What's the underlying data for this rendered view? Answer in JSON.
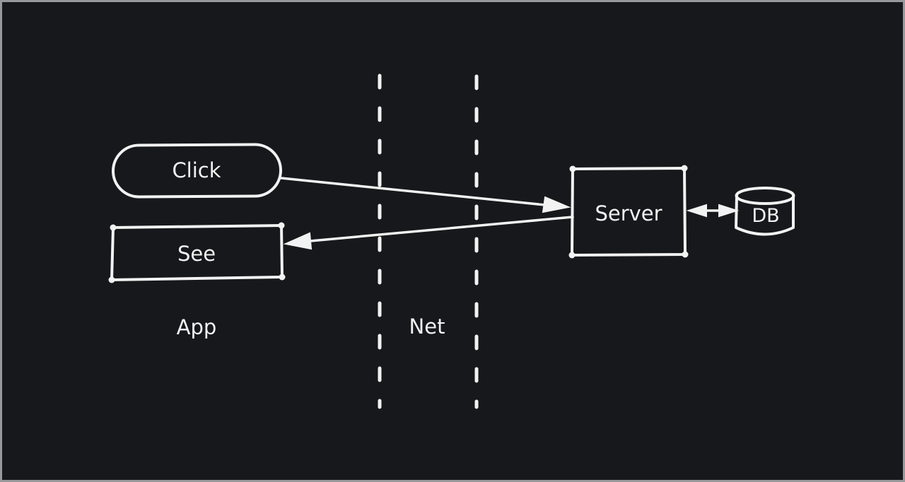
{
  "canvas": {
    "background": "#17181b",
    "ink": "#f2f2f2",
    "frame_border": "#98999b"
  },
  "diagram": {
    "nodes": {
      "click": {
        "label": "Click",
        "shape": "pill"
      },
      "see": {
        "label": "See",
        "shape": "rectangle"
      },
      "server": {
        "label": "Server",
        "shape": "rectangle"
      },
      "db": {
        "label": "DB",
        "shape": "cylinder"
      }
    },
    "zones": {
      "app": {
        "label": "App"
      },
      "net": {
        "label": "Net"
      }
    },
    "edges": [
      {
        "from": "click",
        "to": "server",
        "style": "arrow-right"
      },
      {
        "from": "server",
        "to": "see",
        "style": "arrow-left"
      },
      {
        "from": "server",
        "to": "db",
        "style": "arrow-both"
      }
    ]
  }
}
